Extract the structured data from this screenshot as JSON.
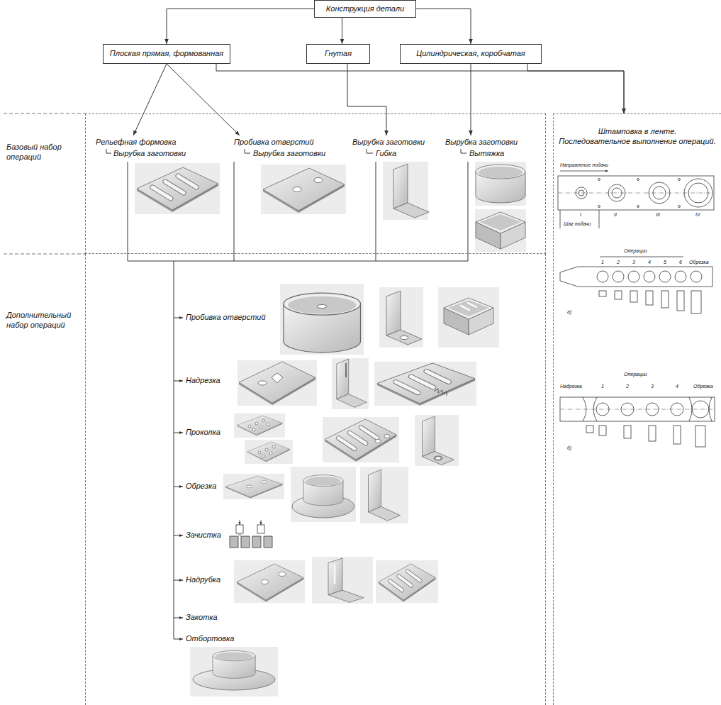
{
  "diagram": {
    "nodes": [
      {
        "text": [
          "Конструкция детали"
        ]
      },
      {
        "text": [
          "Плоская прямая, формованная"
        ]
      },
      {
        "text": [
          "Гнутая"
        ]
      },
      {
        "text": [
          "Цилиндрическая, коробчатая"
        ]
      },
      {
        "text": [
          "Базовый набор операций"
        ]
      },
      {
        "text": [
          "Дополнительный набор операций"
        ]
      },
      {
        "text": [
          "Штамповка в ленте.",
          "Последовательное выполнение операций."
        ]
      }
    ],
    "edges": [
      {
        "from": 0,
        "to": 1,
        "arrow": "to"
      },
      {
        "from": 0,
        "to": 2,
        "arrow": "to"
      },
      {
        "from": 0,
        "to": 3,
        "arrow": "to"
      },
      {
        "from": 1,
        "to": 6,
        "arrow": "to"
      },
      {
        "from": 3,
        "to": 6,
        "arrow": "to"
      }
    ],
    "labels": [
      "Рельефная формовка",
      "Вырубка заготовки",
      "Пробивка отверстий",
      "Вырубка заготовки",
      "Вырубка заготовки",
      "Гибка",
      "Вырубка заготовки",
      "Вытяжка",
      "Пробивка отверстий",
      "Надрезка",
      "Проколка",
      "Обрезка",
      "Зачистка",
      "Надрубка",
      "Закотка",
      "Отбортовка",
      "Направление подачи",
      "I",
      "II",
      "III",
      "IV",
      "Шаг подачи",
      "Операции",
      "1",
      "2",
      "3",
      "4",
      "5",
      "6",
      "Обрезка",
      "а)",
      "Надрезка",
      "Операции",
      "1",
      "2",
      "3",
      "4",
      "Обрезка",
      "б)"
    ]
  }
}
